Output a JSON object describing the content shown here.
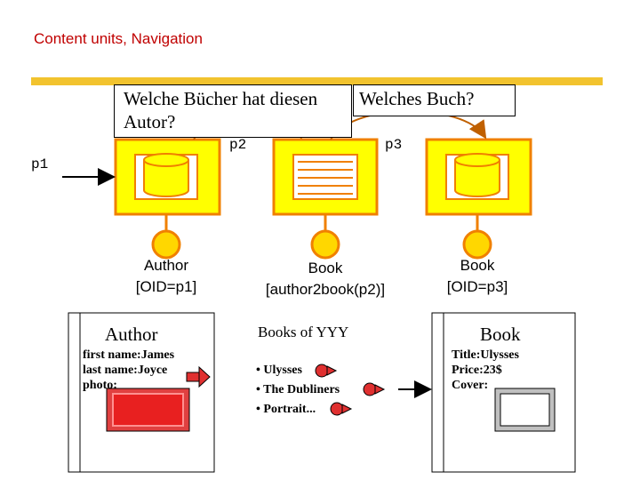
{
  "header": {
    "title": "Content units, Navigation"
  },
  "questions": {
    "q1": "Welche Bücher hat diesen Autor?",
    "q2": "Welches Buch?"
  },
  "pointers": {
    "p1": "p1",
    "p2": "p2",
    "p3": "p3"
  },
  "units": {
    "author": {
      "line1": "Author",
      "line2": "[OID=p1]"
    },
    "book_list": {
      "line1": "Book",
      "line2": "[author2book(p2)]"
    },
    "book": {
      "line1": "Book",
      "line2": "[OID=p3]"
    }
  },
  "pages": {
    "author": {
      "title": "Author",
      "lines": [
        "first name:James",
        "last name:Joyce",
        "photo:"
      ]
    },
    "books": {
      "title": "Books of YYY",
      "items": [
        "• Ulysses",
        "• The Dubliners",
        "• Portrait..."
      ]
    },
    "book": {
      "title": "Book",
      "lines": [
        "Title:Ulysses",
        "Price:23$",
        "Cover:"
      ]
    }
  },
  "colors": {
    "accent": "#f2c32e",
    "title": "#c00000",
    "unit_fill": "#ffff00",
    "unit_border": "#f08000",
    "link_arrow": "#e03030"
  }
}
